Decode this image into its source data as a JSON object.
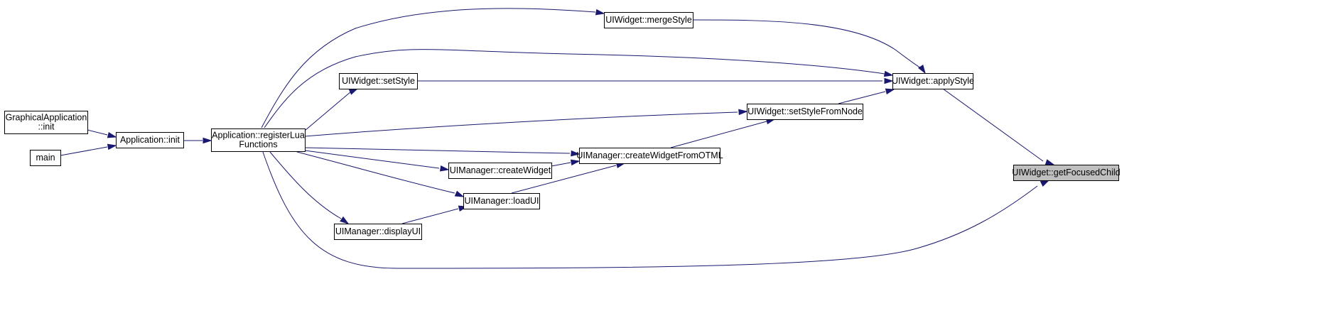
{
  "diagram": {
    "nodes": [
      {
        "id": "focused",
        "lines": [
          "UIWidget::getFocusedChild"
        ],
        "highlight": true
      },
      {
        "id": "applyStyle",
        "lines": [
          "UIWidget::applyStyle"
        ]
      },
      {
        "id": "mergeStyle",
        "lines": [
          "UIWidget::mergeStyle"
        ]
      },
      {
        "id": "registerLua",
        "lines": [
          "Application::registerLua",
          "Functions"
        ]
      },
      {
        "id": "setStyle",
        "lines": [
          "UIWidget::setStyle"
        ]
      },
      {
        "id": "setStyleFromNode",
        "lines": [
          "UIWidget::setStyleFromNode"
        ]
      },
      {
        "id": "createWidgetFromOTML",
        "lines": [
          "UIManager::createWidgetFromOTML"
        ]
      },
      {
        "id": "createWidget",
        "lines": [
          "UIManager::createWidget"
        ]
      },
      {
        "id": "loadUI",
        "lines": [
          "UIManager::loadUI"
        ]
      },
      {
        "id": "displayUI",
        "lines": [
          "UIManager::displayUI"
        ]
      },
      {
        "id": "appInit",
        "lines": [
          "Application::init"
        ]
      },
      {
        "id": "graphicalInit",
        "lines": [
          "GraphicalApplication",
          "::init"
        ]
      },
      {
        "id": "main",
        "lines": [
          "main"
        ]
      }
    ],
    "edges": [
      {
        "from": "applyStyle",
        "to": "focused"
      },
      {
        "from": "registerLua",
        "to": "focused"
      },
      {
        "from": "mergeStyle",
        "to": "applyStyle"
      },
      {
        "from": "registerLua",
        "to": "applyStyle"
      },
      {
        "from": "setStyle",
        "to": "applyStyle"
      },
      {
        "from": "setStyleFromNode",
        "to": "applyStyle"
      },
      {
        "from": "registerLua",
        "to": "mergeStyle"
      },
      {
        "from": "registerLua",
        "to": "setStyle"
      },
      {
        "from": "registerLua",
        "to": "setStyleFromNode"
      },
      {
        "from": "createWidgetFromOTML",
        "to": "setStyleFromNode"
      },
      {
        "from": "registerLua",
        "to": "createWidgetFromOTML"
      },
      {
        "from": "createWidget",
        "to": "createWidgetFromOTML"
      },
      {
        "from": "loadUI",
        "to": "createWidgetFromOTML"
      },
      {
        "from": "registerLua",
        "to": "createWidget"
      },
      {
        "from": "registerLua",
        "to": "loadUI"
      },
      {
        "from": "displayUI",
        "to": "loadUI"
      },
      {
        "from": "registerLua",
        "to": "displayUI"
      },
      {
        "from": "appInit",
        "to": "registerLua"
      },
      {
        "from": "graphicalInit",
        "to": "appInit"
      },
      {
        "from": "main",
        "to": "appInit"
      }
    ],
    "colors": {
      "edge": "#191970",
      "node_border": "#000000",
      "highlight_fill": "#bfbfbf"
    }
  }
}
